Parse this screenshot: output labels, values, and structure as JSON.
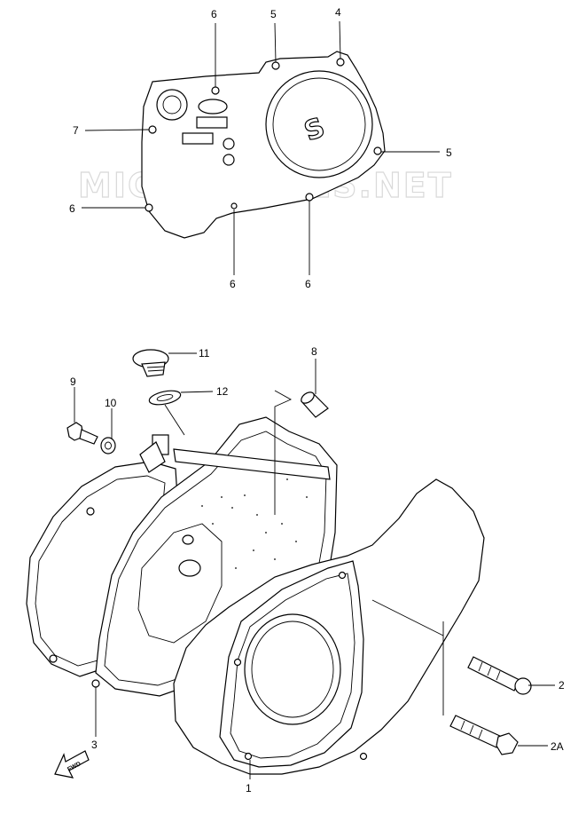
{
  "watermark": {
    "text": "MICROFICHES.NET",
    "color": "#d9d9d9"
  },
  "brand_mark": "S",
  "fwd_label": "FWD",
  "callouts": [
    {
      "id": "c6a",
      "label": "6"
    },
    {
      "id": "c5a",
      "label": "5"
    },
    {
      "id": "c4",
      "label": "4"
    },
    {
      "id": "c7",
      "label": "7"
    },
    {
      "id": "c5b",
      "label": "5"
    },
    {
      "id": "c6b",
      "label": "6"
    },
    {
      "id": "c6c",
      "label": "6"
    },
    {
      "id": "c6d",
      "label": "6"
    },
    {
      "id": "c11",
      "label": "11"
    },
    {
      "id": "c8",
      "label": "8"
    },
    {
      "id": "c9",
      "label": "9"
    },
    {
      "id": "c10",
      "label": "10"
    },
    {
      "id": "c12",
      "label": "12"
    },
    {
      "id": "c2",
      "label": "2"
    },
    {
      "id": "c3",
      "label": "3"
    },
    {
      "id": "c2A",
      "label": "2A"
    },
    {
      "id": "c1",
      "label": "1"
    }
  ]
}
